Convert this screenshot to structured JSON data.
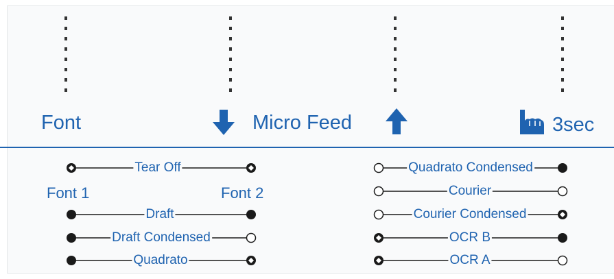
{
  "header": {
    "font_label": "Font",
    "micro_feed_label": "Micro Feed",
    "hold_label": "3sec"
  },
  "left": {
    "font1_label": "Font 1",
    "font2_label": "Font 2",
    "rows": [
      {
        "label": "Tear Off",
        "left_indicator": "blinking",
        "right_indicator": "blinking"
      },
      {
        "label": "Draft",
        "left_indicator": "on",
        "right_indicator": "on"
      },
      {
        "label": "Draft Condensed",
        "left_indicator": "on",
        "right_indicator": "off"
      },
      {
        "label": "Quadrato",
        "left_indicator": "on",
        "right_indicator": "blinking"
      }
    ]
  },
  "right": {
    "rows": [
      {
        "label": "Quadrato Condensed",
        "left_indicator": "off",
        "right_indicator": "on"
      },
      {
        "label": "Courier",
        "left_indicator": "off",
        "right_indicator": "off"
      },
      {
        "label": "Courier Condensed",
        "left_indicator": "off",
        "right_indicator": "blinking"
      },
      {
        "label": "OCR B",
        "left_indicator": "blinking",
        "right_indicator": "on"
      },
      {
        "label": "OCR A",
        "left_indicator": "blinking",
        "right_indicator": "off"
      }
    ]
  },
  "colors": {
    "accent": "#1f63b0",
    "indicator": "#1a1a1a",
    "background": "#f9fafb"
  }
}
